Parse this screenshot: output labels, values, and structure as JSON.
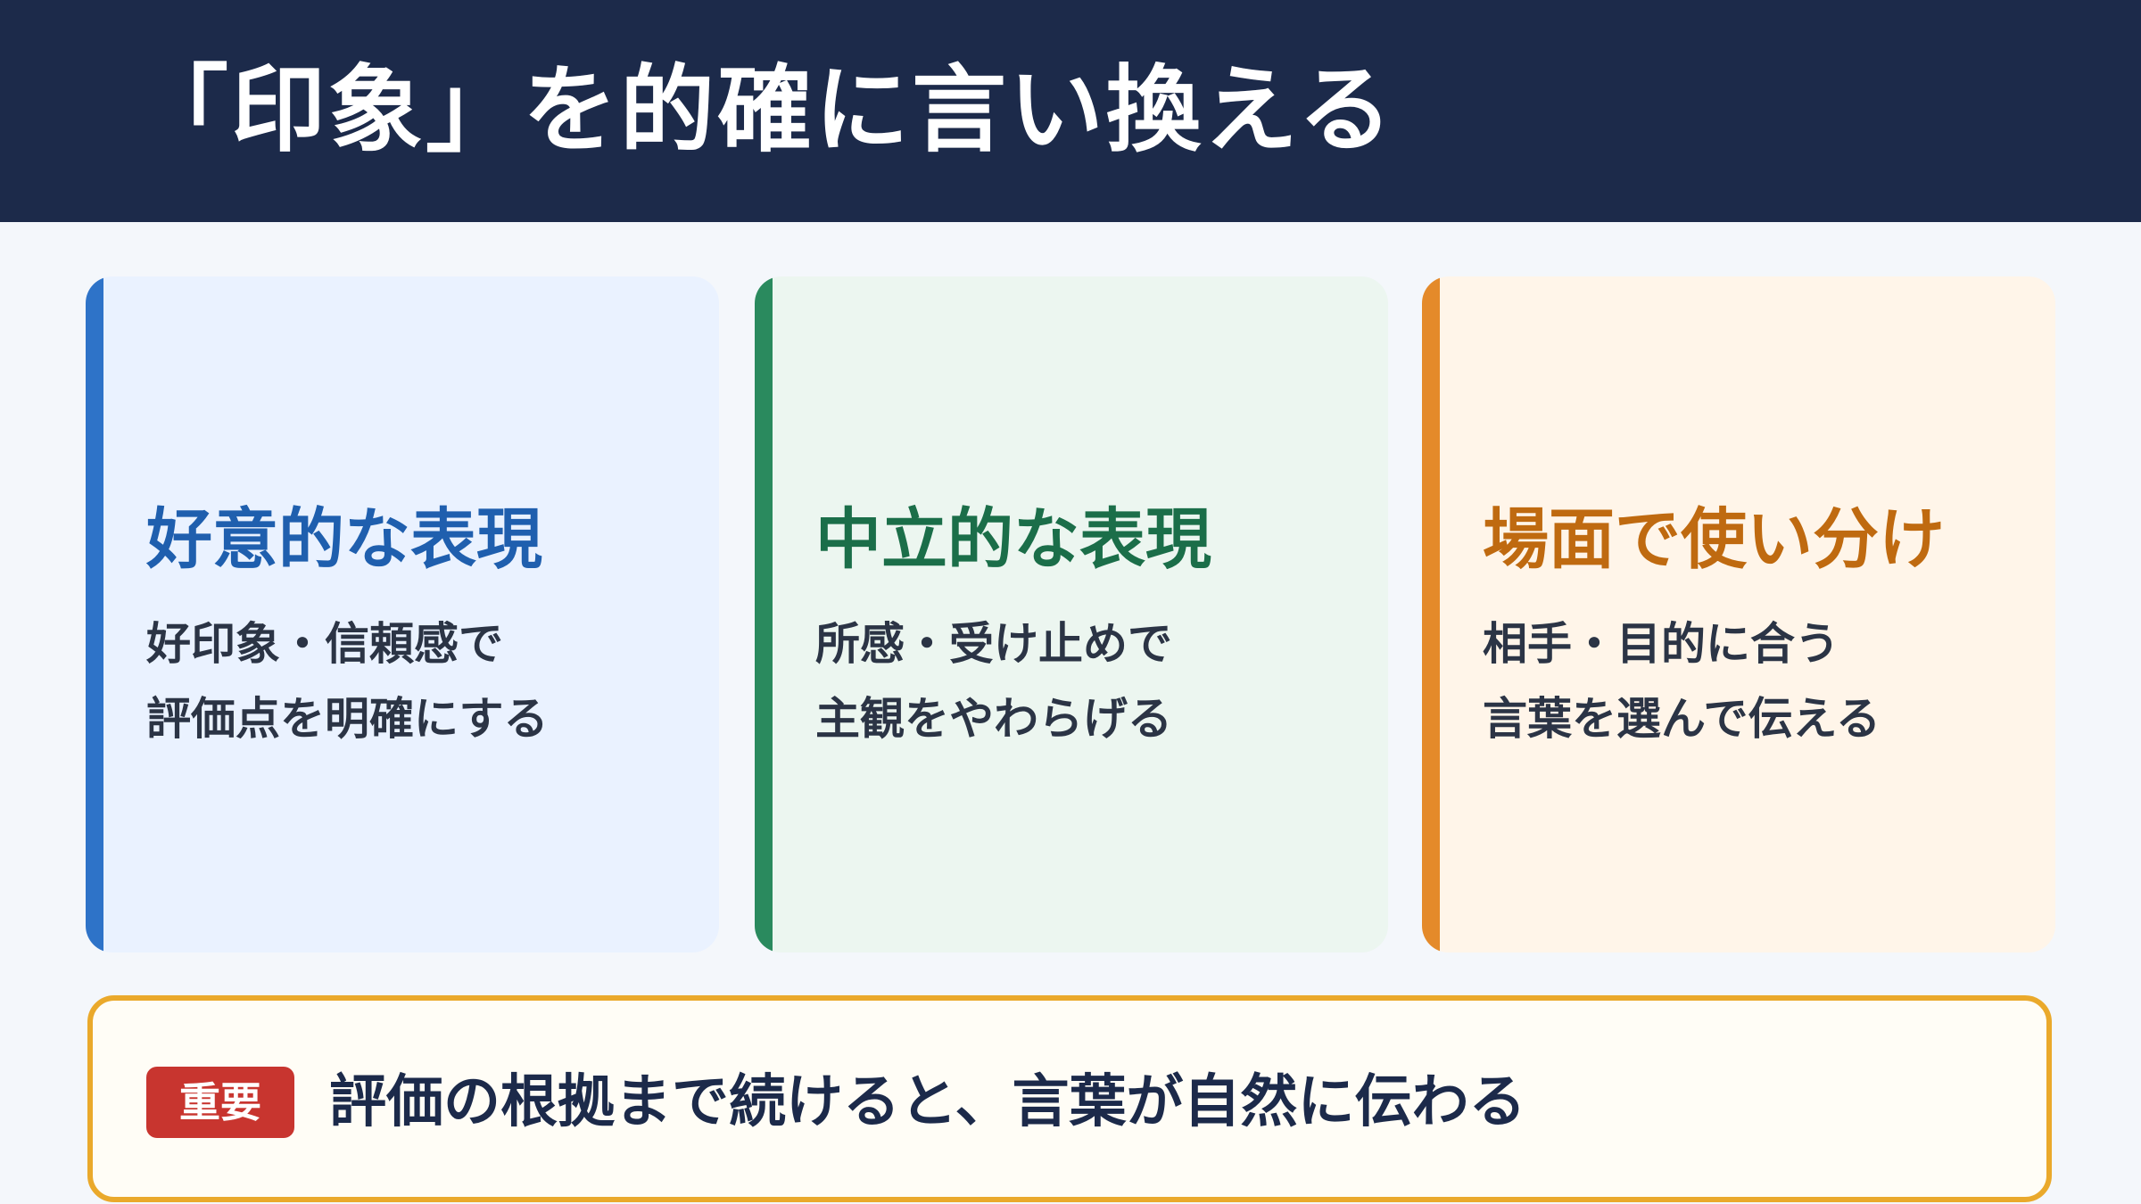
{
  "header": {
    "title": "「印象」を的確に言い換える"
  },
  "cards": [
    {
      "title": "好意的な表現",
      "lines": [
        "好印象・信頼感で",
        "評価点を明確にする"
      ]
    },
    {
      "title": "中立的な表現",
      "lines": [
        "所感・受け止めで",
        "主観をやわらげる"
      ]
    },
    {
      "title": "場面で使い分け",
      "lines": [
        "相手・目的に合う",
        "言葉を選んで伝える"
      ]
    }
  ],
  "note": {
    "badge": "重要",
    "text": "評価の根拠まで続けると、言葉が自然に伝わる"
  },
  "colors": {
    "header_bg": "#1c2a4a",
    "positive_accent": "#2e73c8",
    "neutral_accent": "#2a8a5e",
    "situational_accent": "#e48a2a",
    "note_border": "#eaa92b",
    "badge_bg": "#c8352f"
  }
}
